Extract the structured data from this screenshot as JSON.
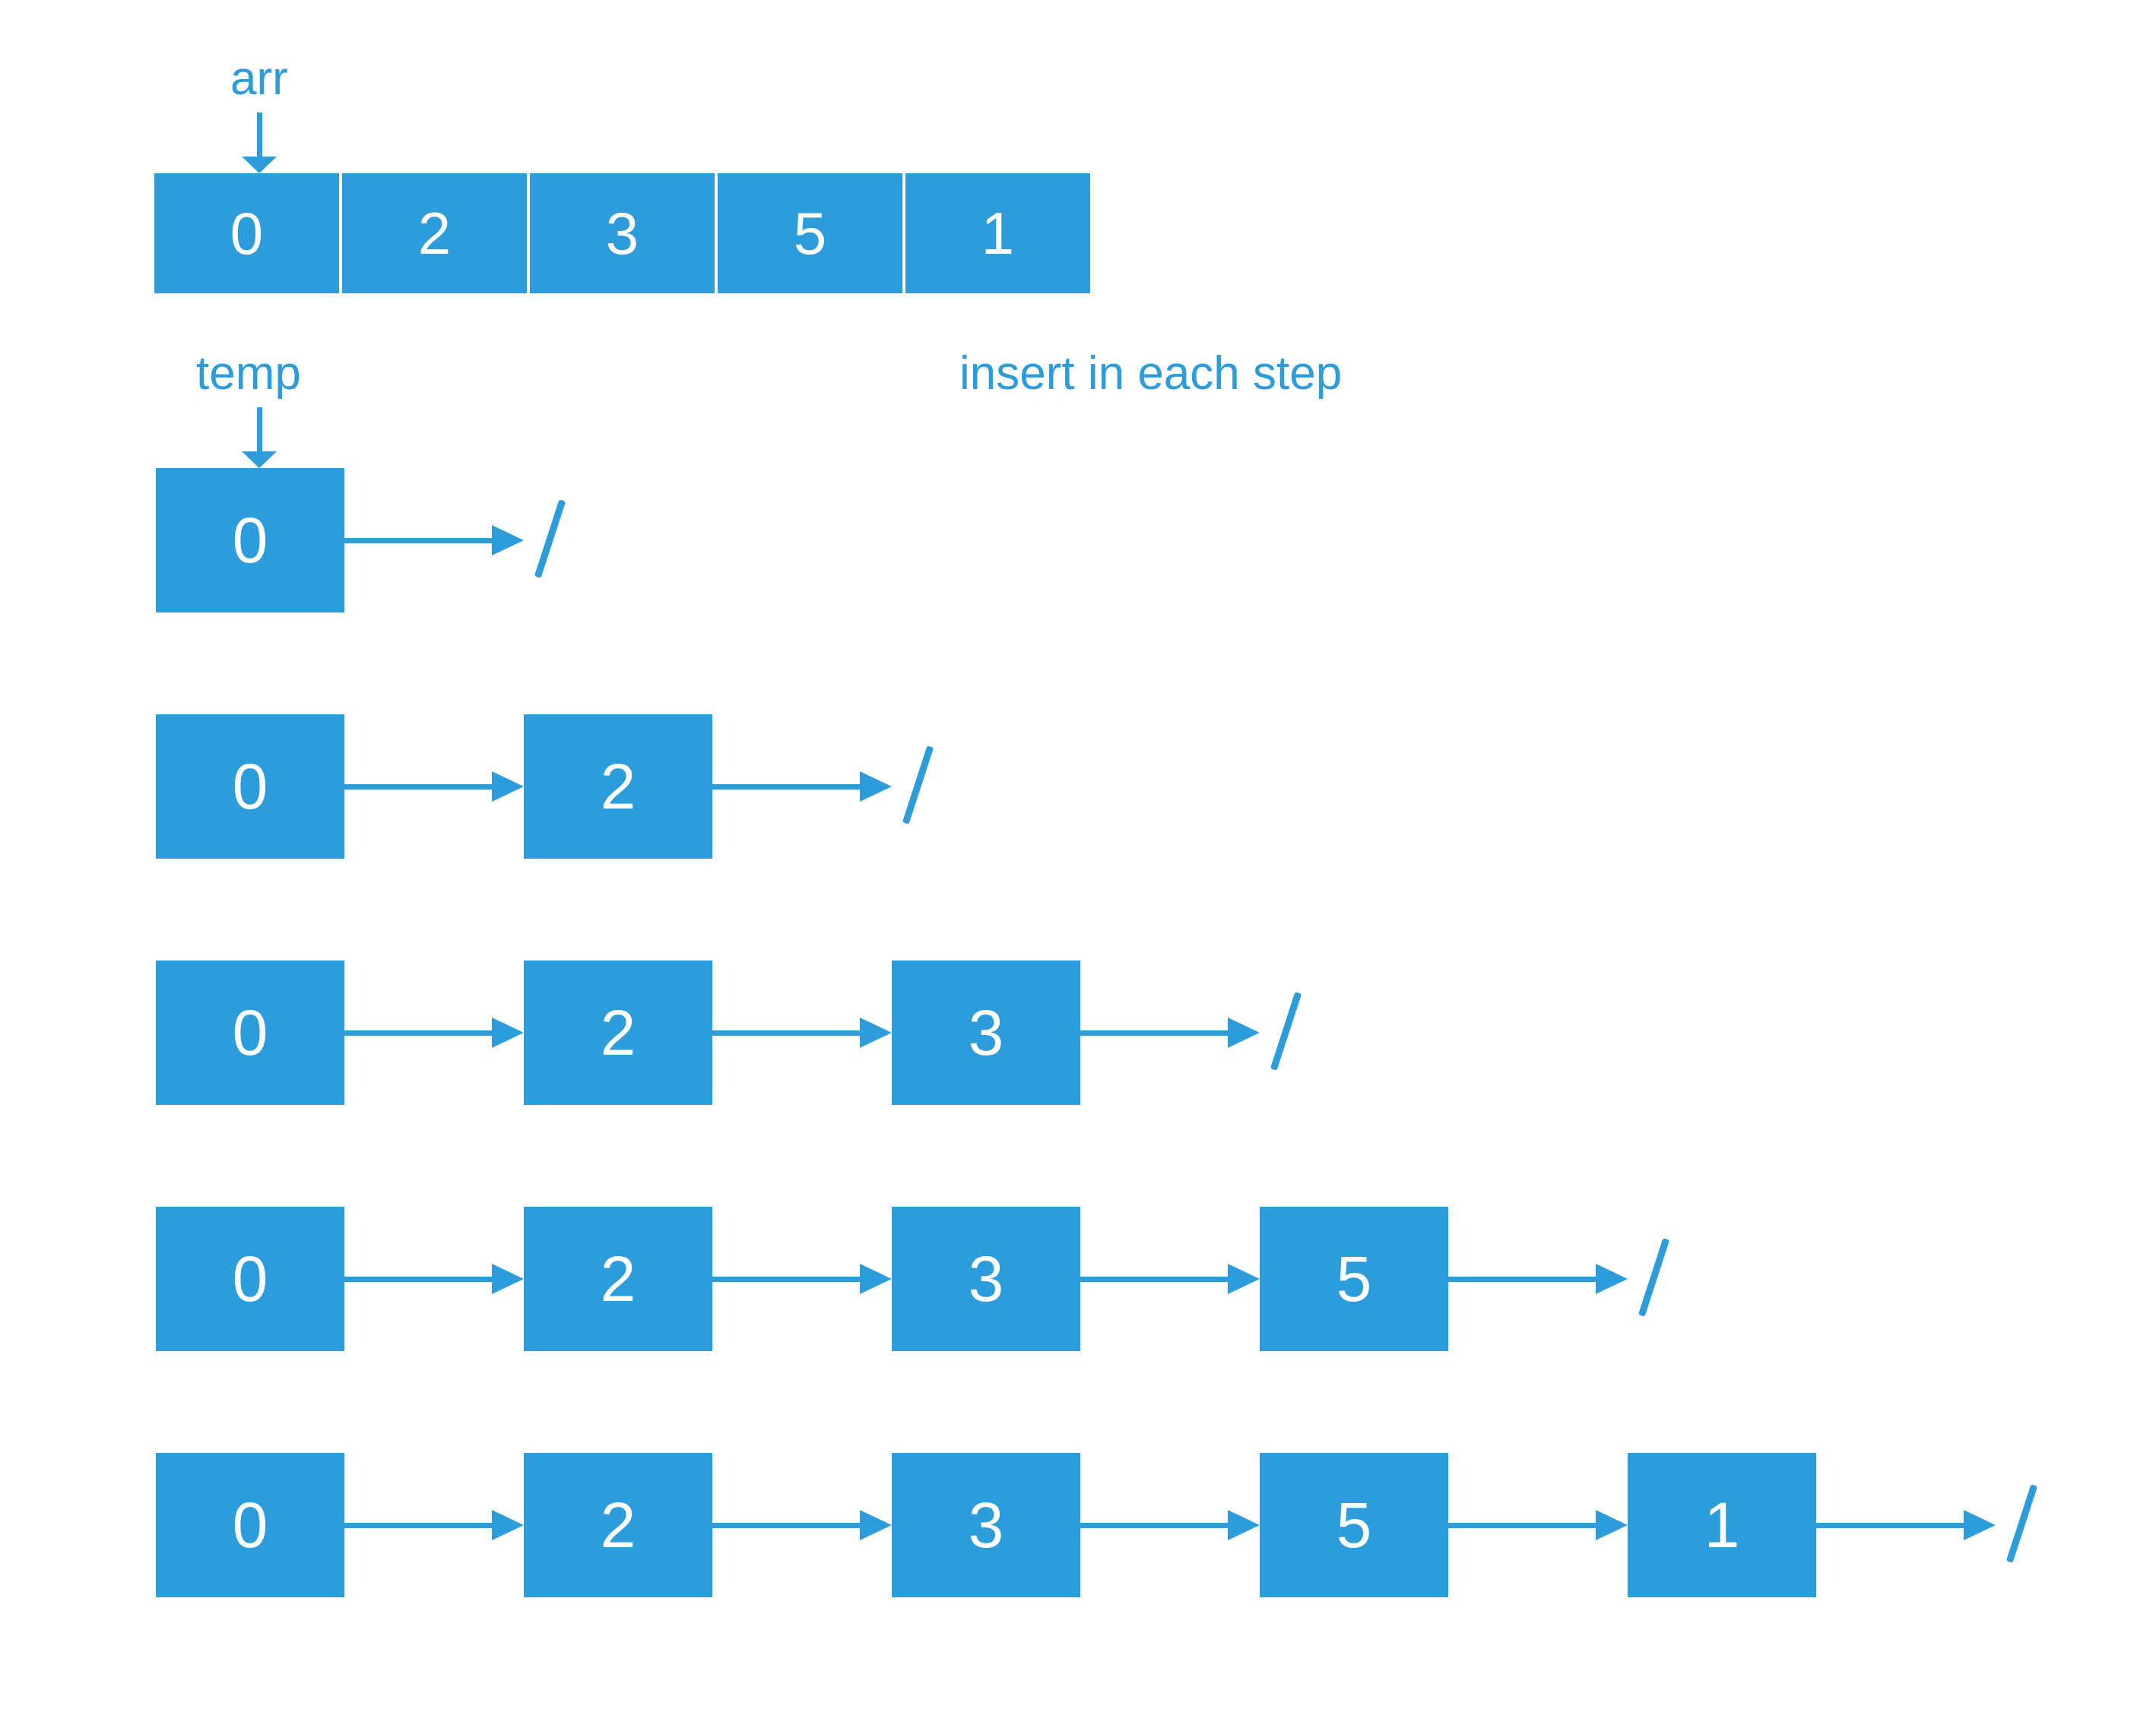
{
  "colors": {
    "primary": "#2D9CDB",
    "node_text": "#FFFFFF",
    "background": "#FFFFFF"
  },
  "array": {
    "label": "arr",
    "values": [
      "0",
      "2",
      "3",
      "5",
      "1"
    ]
  },
  "temp": {
    "label": "temp"
  },
  "caption": "insert in each step",
  "null_symbol": "/",
  "rows": [
    {
      "values": [
        "0"
      ]
    },
    {
      "values": [
        "0",
        "2"
      ]
    },
    {
      "values": [
        "0",
        "2",
        "3"
      ]
    },
    {
      "values": [
        "0",
        "2",
        "3",
        "5"
      ]
    },
    {
      "values": [
        "0",
        "2",
        "3",
        "5",
        "1"
      ]
    }
  ]
}
